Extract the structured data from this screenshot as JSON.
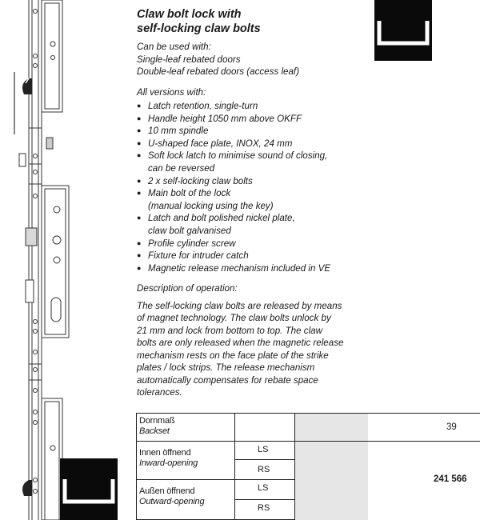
{
  "heading": {
    "line1": "Claw bolt lock with",
    "line2": "self-locking claw bolts"
  },
  "usage": {
    "intro": "Can be used with:",
    "lines": [
      "Single-leaf rebated doors",
      "Double-leaf rebated doors (access leaf)"
    ]
  },
  "versions": {
    "intro": "All versions with:",
    "items": [
      {
        "a": "Latch retention, single-turn",
        "b": ""
      },
      {
        "a": "Handle height 1050 mm above OKFF",
        "b": ""
      },
      {
        "a": "10 mm spindle",
        "b": ""
      },
      {
        "a": "U-shaped face plate, INOX, 24 mm",
        "b": ""
      },
      {
        "a": "Soft lock latch to minimise sound of closing,",
        "b": "can be reversed"
      },
      {
        "a": "2 x self-locking claw bolts",
        "b": ""
      },
      {
        "a": "Main bolt of the lock",
        "b": "(manual locking using the key)"
      },
      {
        "a": "Latch and bolt polished nickel plate,",
        "b": "claw bolt galvanised"
      },
      {
        "a": "Profile cylinder screw",
        "b": ""
      },
      {
        "a": "Fixture for intruder catch",
        "b": ""
      },
      {
        "a": "Magnetic release mechanism included in VE",
        "b": ""
      }
    ]
  },
  "operation": {
    "heading": "Description of operation:",
    "lines": [
      "The self-locking claw bolts are released by means",
      "of magnet technology. The claw bolts unlock by",
      "21 mm and lock from bottom to top. The claw",
      "bolts are only released when the magnetic release",
      "mechanism rests on the face plate of the strike",
      "plates / lock strips. The release mechanism",
      "automatically compensates for rebate space",
      "tolerances."
    ]
  },
  "table": {
    "backset_de": "Dornmaß",
    "backset_en": "Backset",
    "backset_value": "39",
    "inward_de": "Innen öffnend",
    "inward_en": "Inward-opening",
    "outward_de": "Außen öffnend",
    "outward_en": "Outward-opening",
    "ls": "LS",
    "rs": "RS",
    "article_no": "241 566"
  },
  "icons": {
    "logo": "u-shape-face-plate-icon",
    "drawing": "lock-technical-drawing"
  }
}
